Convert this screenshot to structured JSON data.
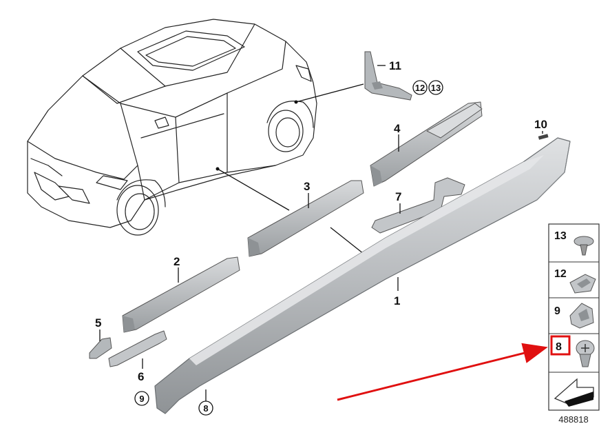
{
  "callouts": {
    "p1": "1",
    "p2": "2",
    "p3": "3",
    "p4": "4",
    "p5": "5",
    "p6": "6",
    "p7": "7",
    "p10": "10",
    "p11": "11"
  },
  "circled": {
    "c12": "12",
    "c13": "13",
    "c9": "9",
    "c8": "8"
  },
  "legend": {
    "items": [
      "13",
      "12",
      "9",
      "8"
    ],
    "highlighted": "8"
  },
  "reference_number": "488818",
  "colors": {
    "part_fill": "#c9ccce",
    "part_dark": "#8e9295",
    "highlight": "#e01010",
    "arrow": "#e01010"
  }
}
